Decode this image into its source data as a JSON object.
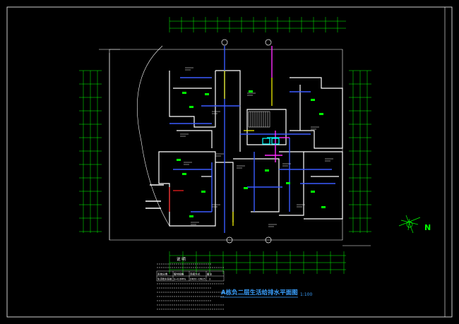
{
  "title": {
    "main": "A栋负二层生活给排水平面图",
    "scale": "1:100"
  },
  "north_arrow": {
    "label": "N"
  },
  "notes": {
    "heading": "说 明",
    "table_header": [
      "系统分类",
      "管材规格",
      "连接方式",
      "备注"
    ],
    "table_row": [
      "生活给水系统",
      "S=0.6MPa",
      "DN50~DN25",
      "3"
    ]
  },
  "colors": {
    "background": "#000000",
    "frame": "#ffffff",
    "walls": "#ffffff",
    "grid": "#00ff00",
    "water_supply": "#3a5bff",
    "drainage": "#ff2bff",
    "fixtures": "#00ff00",
    "title_text": "#3aa0ff",
    "pipe_yellow": "#ffff00",
    "red": "#ff2020",
    "cyan": "#00ffff"
  }
}
